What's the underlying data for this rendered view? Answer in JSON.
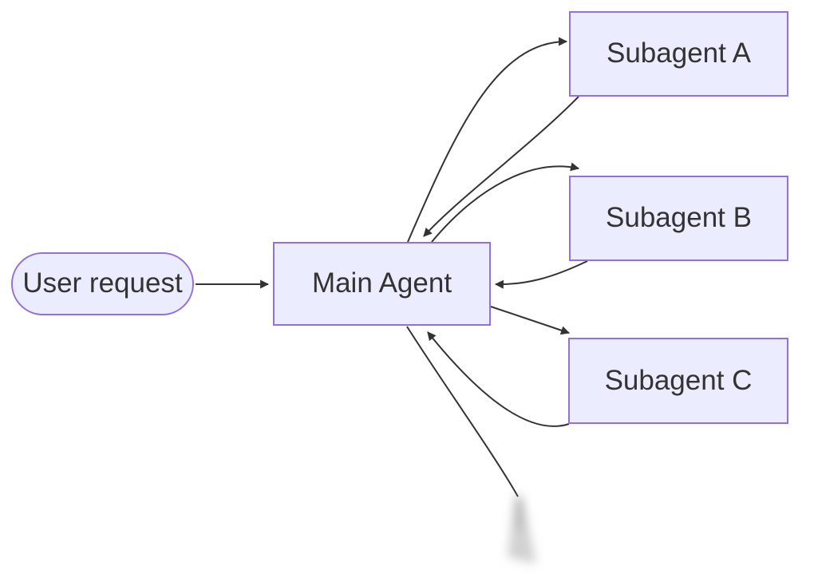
{
  "diagram": {
    "type": "flowchart",
    "direction": "left-to-right",
    "colors": {
      "node_fill": "#ECECFF",
      "node_border": "#9370DB",
      "edge": "#333333",
      "text": "#333333"
    },
    "nodes": {
      "user_request": {
        "label": "User request",
        "shape": "stadium"
      },
      "main_agent": {
        "label": "Main Agent",
        "shape": "rectangle"
      },
      "subagent_a": {
        "label": "Subagent A",
        "shape": "rectangle"
      },
      "subagent_b": {
        "label": "Subagent B",
        "shape": "rectangle"
      },
      "subagent_c": {
        "label": "Subagent C",
        "shape": "rectangle"
      }
    },
    "edges": [
      {
        "from": "User request",
        "to": "Main Agent",
        "style": "straight-arrow"
      },
      {
        "from": "Main Agent",
        "to": "Subagent A",
        "style": "curved-arrow"
      },
      {
        "from": "Subagent A",
        "to": "Main Agent",
        "style": "curved-arrow"
      },
      {
        "from": "Main Agent",
        "to": "Subagent B",
        "style": "curved-arrow"
      },
      {
        "from": "Subagent B",
        "to": "Main Agent",
        "style": "curved-arrow"
      },
      {
        "from": "Main Agent",
        "to": "Subagent C",
        "style": "curved-arrow"
      },
      {
        "from": "Subagent C",
        "to": "Main Agent",
        "style": "curved-arrow"
      },
      {
        "from": "Main Agent",
        "to": "offscreen-below",
        "style": "line-fading-out"
      }
    ]
  }
}
